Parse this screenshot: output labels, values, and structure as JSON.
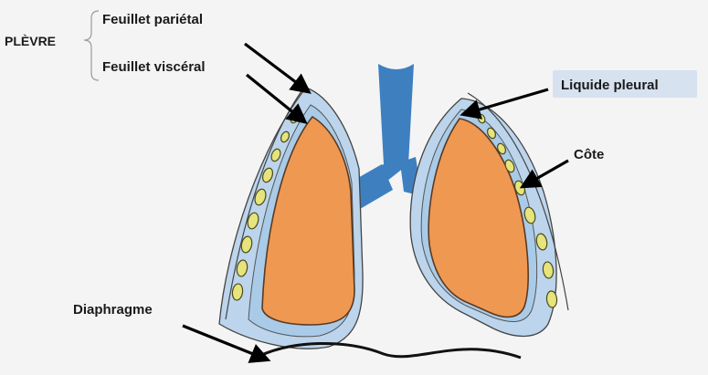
{
  "labels": {
    "pleura": "PLÈVRE",
    "parietal_layer": "Feuillet pariétal",
    "visceral_layer": "Feuillet viscéral",
    "pleural_fluid": "Liquide pleural",
    "rib": "Côte",
    "diaphragm": "Diaphragme"
  },
  "colors": {
    "background": "#f4f4f4",
    "lung": "#ef9852",
    "lung_outline": "#5a3a22",
    "pleura": "#a9cbe8",
    "trachea": "#3e7fc0",
    "rib_fill": "#e6e47a",
    "rib_outline": "#4a4a20",
    "label_box": "#d6e2ef"
  }
}
